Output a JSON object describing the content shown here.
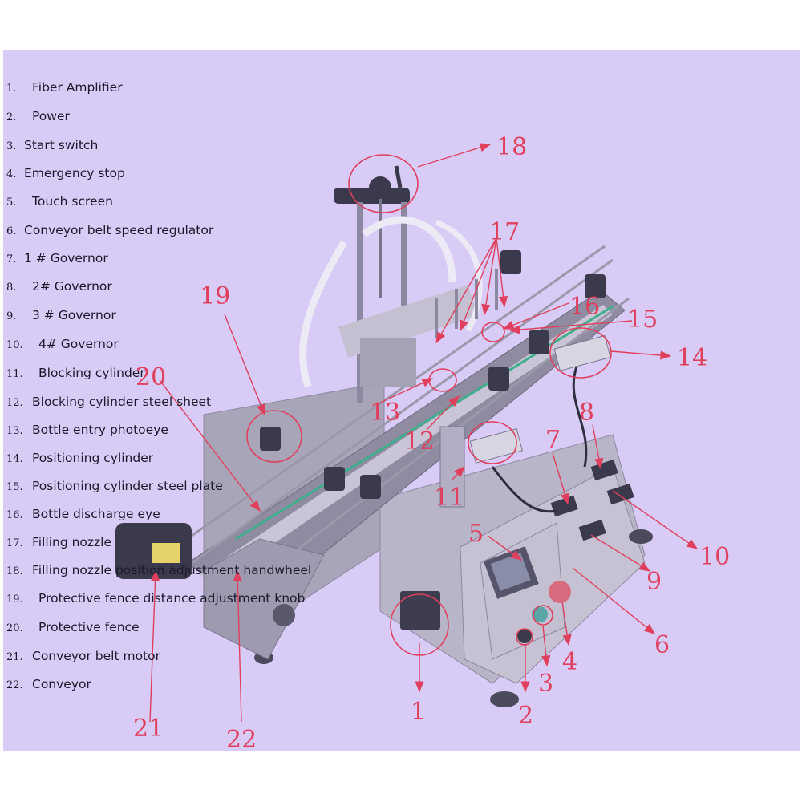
{
  "legend": [
    {
      "num": "1.",
      "label": "Fiber Amplifier"
    },
    {
      "num": "2.",
      "label": "Power"
    },
    {
      "num": "3.",
      "label": "Start switch"
    },
    {
      "num": "4.",
      "label": "Emergency stop"
    },
    {
      "num": "5.",
      "label": "Touch screen"
    },
    {
      "num": "6.",
      "label": "Conveyor belt speed regulator"
    },
    {
      "num": "7.",
      "label": "1 # Governor"
    },
    {
      "num": "8.",
      "label": "2# Governor"
    },
    {
      "num": "9.",
      "label": "3 # Governor"
    },
    {
      "num": "10.",
      "label": "4# Governor"
    },
    {
      "num": "11.",
      "label": "Blocking cylinder"
    },
    {
      "num": "12.",
      "label": "Blocking cylinder steel sheet"
    },
    {
      "num": "13.",
      "label": "Bottle entry photoeye"
    },
    {
      "num": "14.",
      "label": "Positioning cylinder"
    },
    {
      "num": "15.",
      "label": "Positioning cylinder steel plate"
    },
    {
      "num": "16.",
      "label": "Bottle discharge eye"
    },
    {
      "num": "17.",
      "label": "Filling nozzle"
    },
    {
      "num": "18.",
      "label": "Filling nozzle position adjustment handwheel"
    },
    {
      "num": "19.",
      "label": "Protective fence distance adjustment knob"
    },
    {
      "num": "20.",
      "label": "Protective fence"
    },
    {
      "num": "21.",
      "label": "Conveyor belt motor"
    },
    {
      "num": "22.",
      "label": "Conveyor"
    }
  ],
  "callouts": [
    "1",
    "2",
    "3",
    "4",
    "5",
    "6",
    "7",
    "8",
    "9",
    "10",
    "11",
    "12",
    "13",
    "14",
    "15",
    "16",
    "17",
    "18",
    "19",
    "20",
    "21",
    "22"
  ],
  "colors": {
    "background": "#d8cbf6",
    "callout": "#e0405e",
    "machine_body": "#b8b4c6",
    "text": "#1a1a2a"
  }
}
